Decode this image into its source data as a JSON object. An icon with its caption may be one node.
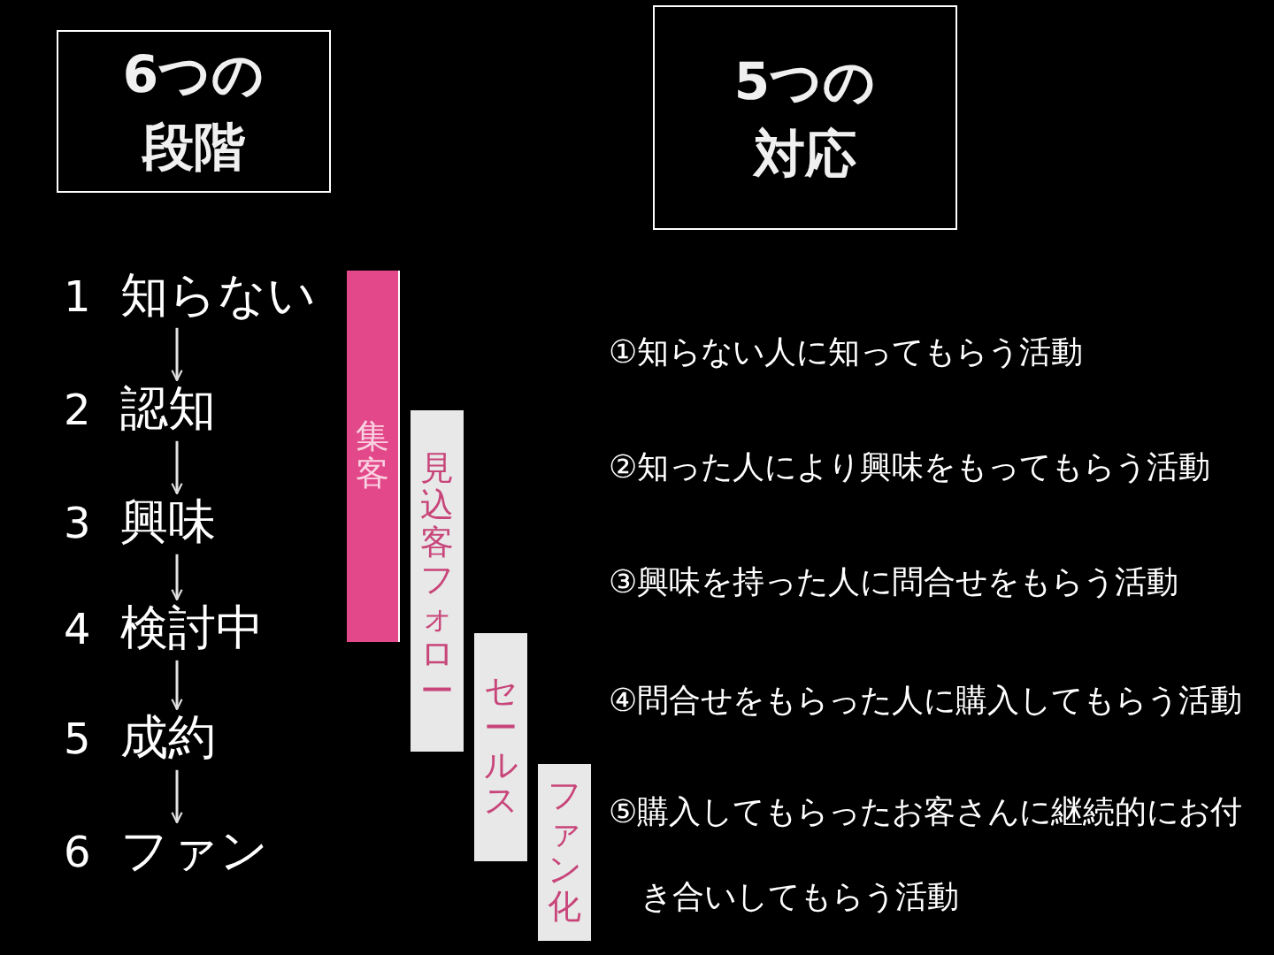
{
  "diagram": {
    "nodes": [
      {
        "text": [
          "6つの段階"
        ]
      },
      {
        "text": [
          "5つの対応"
        ]
      },
      {
        "text": [
          "1",
          "知らない"
        ]
      },
      {
        "text": [
          "2",
          "認知"
        ]
      },
      {
        "text": [
          "3",
          "興味"
        ]
      },
      {
        "text": [
          "4",
          "検討中"
        ]
      },
      {
        "text": [
          "5",
          "成約"
        ]
      },
      {
        "text": [
          "6",
          "ファン"
        ]
      },
      {
        "text": [
          "集客"
        ]
      },
      {
        "text": [
          "見込客フォロー"
        ]
      },
      {
        "text": [
          "セールス"
        ]
      },
      {
        "text": [
          "ファン化"
        ]
      }
    ],
    "edges": [
      {
        "from": 2,
        "to": 3,
        "arrow": "to"
      },
      {
        "from": 3,
        "to": 4,
        "arrow": "to"
      },
      {
        "from": 4,
        "to": 5,
        "arrow": "to"
      },
      {
        "from": 5,
        "to": 6,
        "arrow": "to"
      },
      {
        "from": 6,
        "to": 7,
        "arrow": "to"
      }
    ],
    "labels": [
      "①知らない人に知ってもらう活動",
      "②知った人により興味をもってもらう活動",
      "③興味を持った人に問合せをもらう活動",
      "④問合せをもらった人に購入してもらう活動",
      "⑤購入してもらったお客さんに継続的にお付き合いしてもらう活動"
    ]
  }
}
